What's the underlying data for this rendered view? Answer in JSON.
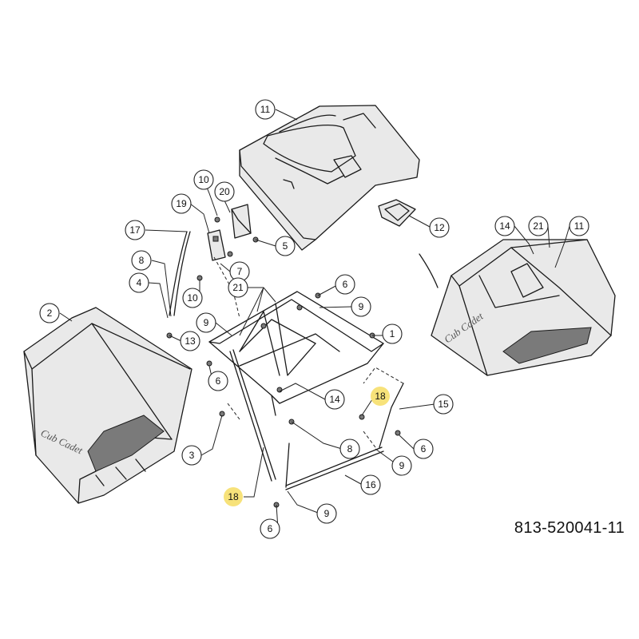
{
  "drawing_number": "813-520041-11",
  "callouts": [
    {
      "id": "c11-top",
      "label": "11",
      "highlight": false
    },
    {
      "id": "c10-top",
      "label": "10",
      "highlight": false
    },
    {
      "id": "c20",
      "label": "20",
      "highlight": false
    },
    {
      "id": "c19",
      "label": "19",
      "highlight": false
    },
    {
      "id": "c17",
      "label": "17",
      "highlight": false
    },
    {
      "id": "c5",
      "label": "5",
      "highlight": false
    },
    {
      "id": "c12",
      "label": "12",
      "highlight": false
    },
    {
      "id": "c8-left",
      "label": "8",
      "highlight": false
    },
    {
      "id": "c7",
      "label": "7",
      "highlight": false
    },
    {
      "id": "c4",
      "label": "4",
      "highlight": false
    },
    {
      "id": "c10-mid",
      "label": "10",
      "highlight": false
    },
    {
      "id": "c21-mid",
      "label": "21",
      "highlight": false
    },
    {
      "id": "c6-top",
      "label": "6",
      "highlight": false
    },
    {
      "id": "c2",
      "label": "2",
      "highlight": false
    },
    {
      "id": "c9-top",
      "label": "9",
      "highlight": false
    },
    {
      "id": "c9-left",
      "label": "9",
      "highlight": false
    },
    {
      "id": "c13",
      "label": "13",
      "highlight": false
    },
    {
      "id": "c1",
      "label": "1",
      "highlight": false
    },
    {
      "id": "c6-left",
      "label": "6",
      "highlight": false
    },
    {
      "id": "c14-mid",
      "label": "14",
      "highlight": false
    },
    {
      "id": "c18-right",
      "label": "18",
      "highlight": true
    },
    {
      "id": "c15",
      "label": "15",
      "highlight": false
    },
    {
      "id": "c3",
      "label": "3",
      "highlight": false
    },
    {
      "id": "c8-bottom",
      "label": "8",
      "highlight": false
    },
    {
      "id": "c6-right",
      "label": "6",
      "highlight": false
    },
    {
      "id": "c9-right",
      "label": "9",
      "highlight": false
    },
    {
      "id": "c16",
      "label": "16",
      "highlight": false
    },
    {
      "id": "c18-left",
      "label": "18",
      "highlight": true
    },
    {
      "id": "c9-bottom",
      "label": "9",
      "highlight": false
    },
    {
      "id": "c6-bottom",
      "label": "6",
      "highlight": false
    },
    {
      "id": "c14-right",
      "label": "14",
      "highlight": false
    },
    {
      "id": "c21-right",
      "label": "21",
      "highlight": false
    },
    {
      "id": "c11-right",
      "label": "11",
      "highlight": false
    }
  ]
}
